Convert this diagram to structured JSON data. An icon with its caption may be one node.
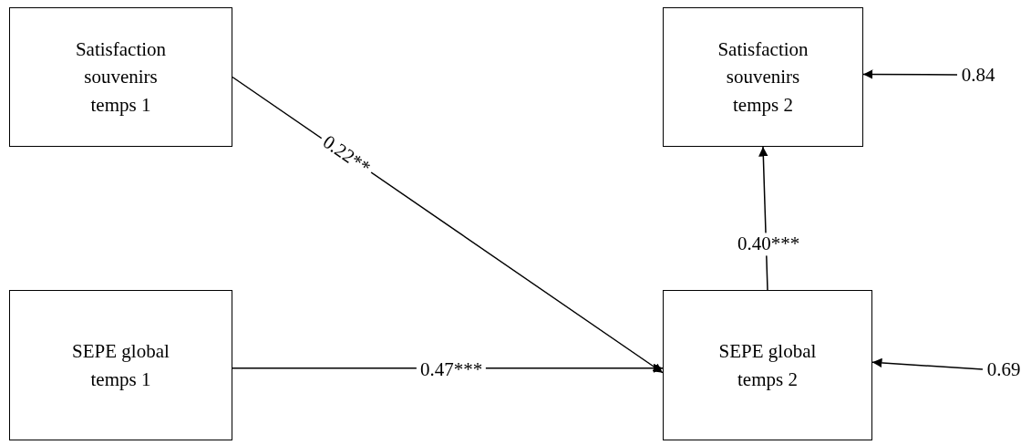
{
  "diagram": {
    "nodes": [
      {
        "text": [
          "Satisfaction souvenirs temps 1"
        ]
      },
      {
        "text": [
          "Satisfaction souvenirs temps 2"
        ]
      },
      {
        "text": [
          "SEPE global temps 1"
        ]
      },
      {
        "text": [
          "SEPE global temps 2"
        ]
      },
      {
        "text": [
          "0.84"
        ]
      },
      {
        "text": [
          "0.69"
        ]
      }
    ],
    "edges": [
      {
        "from": 0,
        "to": 3,
        "arrow": "to",
        "label": "0.22**"
      },
      {
        "from": 2,
        "to": 3,
        "arrow": "to",
        "label": "0.47***"
      },
      {
        "from": 3,
        "to": 1,
        "arrow": "to",
        "label": "0.40***"
      },
      {
        "from": 4,
        "to": 1,
        "arrow": "to"
      },
      {
        "from": 5,
        "to": 3,
        "arrow": "to"
      }
    ]
  }
}
